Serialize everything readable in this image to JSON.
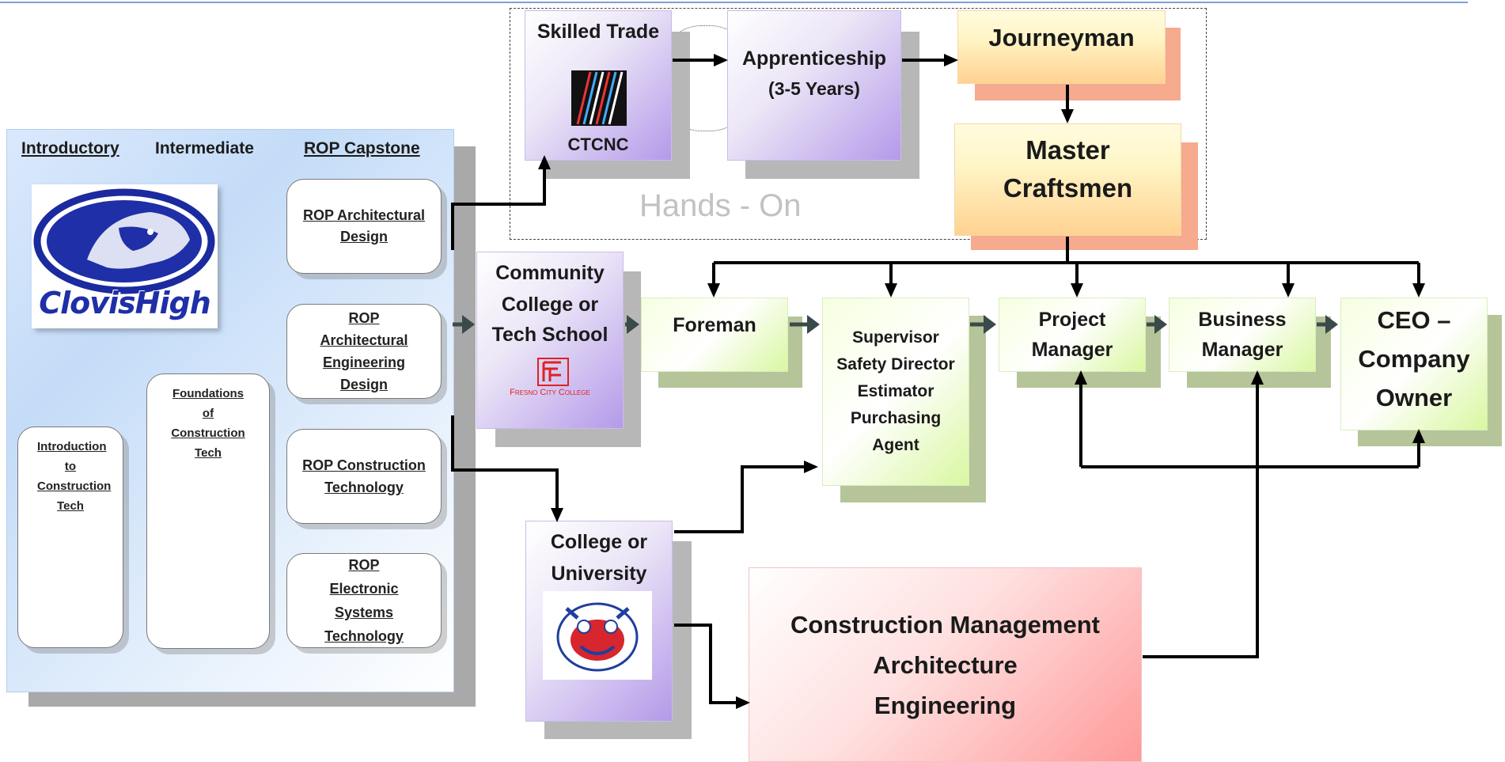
{
  "school": {
    "columns": [
      "Introductory",
      "Intermediate",
      "ROP Capstone"
    ],
    "logo_text": "ClovisHigh",
    "introductory_course": "Introduction to Construction Tech",
    "intermediate_course": "Foundations of Construction Tech",
    "capstone_courses": [
      "ROP Architectural Design",
      "ROP Architectural Engineering Design",
      "ROP Construction Technology",
      "ROP Electronic Systems Technology"
    ]
  },
  "hands_on": {
    "label": "Hands - On",
    "skilled_trade": "Skilled Trade",
    "ctcnc": "CTCNC",
    "apprenticeship_line1": "Apprenticeship",
    "apprenticeship_line2": "(3-5 Years)",
    "journeyman": "Journeyman",
    "master_line1": "Master",
    "master_line2": "Craftsmen"
  },
  "community_college": {
    "line1": "Community",
    "line2": "College or",
    "line3": "Tech School",
    "logo_text": "Fresno City College"
  },
  "university": {
    "line1": "College or",
    "line2": "University"
  },
  "career": {
    "foreman": "Foreman",
    "supervisor_lines": [
      "Supervisor",
      "Safety Director",
      "Estimator",
      "Purchasing",
      "Agent"
    ],
    "project_line1": "Project",
    "project_line2": "Manager",
    "business_line1": "Business",
    "business_line2": "Manager",
    "ceo_line1": "CEO –",
    "ceo_line2": "Company",
    "ceo_line3": "Owner"
  },
  "degree": {
    "line1": "Construction Management",
    "line2": "Architecture",
    "line3": "Engineering"
  },
  "colors": {
    "arrow": "#000000",
    "school_panel": "#a8c9f5",
    "hands_on_label": "#bdbdbd"
  }
}
